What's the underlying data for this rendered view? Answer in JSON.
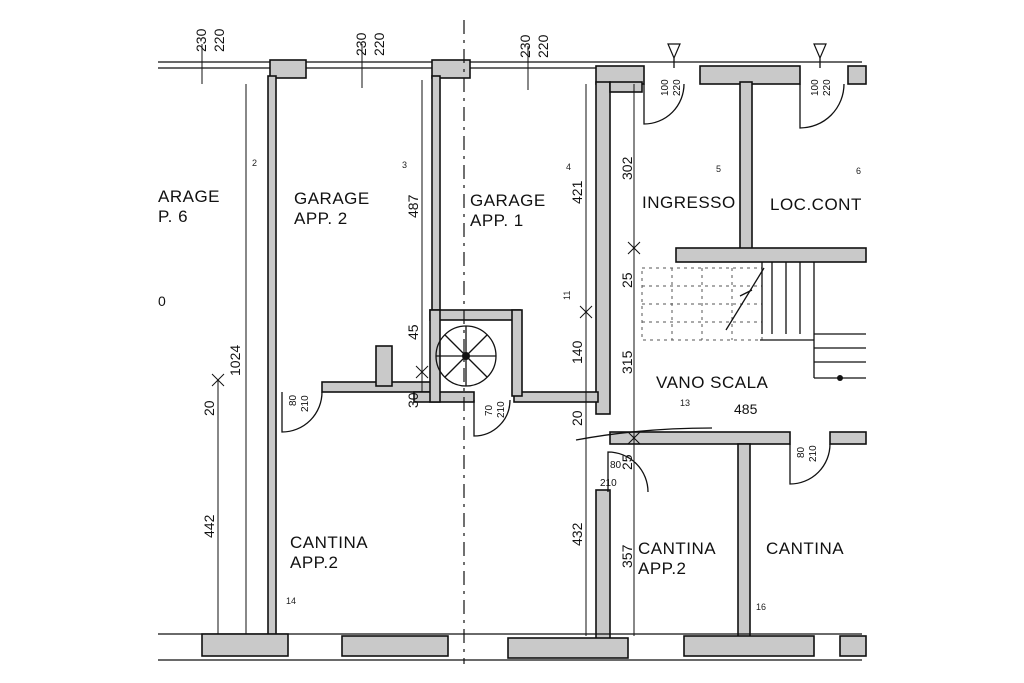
{
  "rooms": {
    "garage6_l1": "ARAGE",
    "garage6_l2": "P. 6",
    "garage2_l1": "GARAGE",
    "garage2_l2": "APP. 2",
    "garage1_l1": "GARAGE",
    "garage1_l2": "APP. 1",
    "ingresso": "INGRESSO",
    "loc_cont": "LOC.CONT",
    "vano_scala": "VANO SCALA",
    "cantina_app2_left_l1": "CANTINA",
    "cantina_app2_left_l2": "APP.2",
    "cantina_app2_right_l1": "CANTINA",
    "cantina_app2_right_l2": "APP.2",
    "cantina": "CANTINA"
  },
  "room_numbers": {
    "n2": "2",
    "n3": "3",
    "n4": "4",
    "n5": "5",
    "n6": "6",
    "n11": "11",
    "n13": "13",
    "n14": "14",
    "n16": "16",
    "n0": "0"
  },
  "top_openings": [
    "230",
    "220"
  ],
  "door_size_100": [
    "100",
    "220"
  ],
  "door_size_80": [
    "80",
    "210"
  ],
  "door_size_70": [
    "70",
    "210"
  ],
  "dimensions": {
    "d1024": "1024",
    "d20a": "20",
    "d442": "442",
    "d487": "487",
    "d45": "45",
    "d30": "30",
    "d421": "421",
    "d140": "140",
    "d20b": "20",
    "d432": "432",
    "d302": "302",
    "d25a": "25",
    "d315": "315",
    "d485": "485",
    "d25b": "25",
    "d357": "357"
  }
}
